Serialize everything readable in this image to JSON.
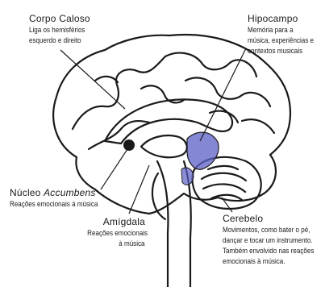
{
  "labels": {
    "corpo_caloso": {
      "title": "Corpo Caloso",
      "desc": [
        "Liga os hemisférios",
        "esquerdo e direito"
      ]
    },
    "hipocampo": {
      "title": "Hipocampo",
      "desc": [
        "Memória para a",
        "música, experiências e",
        "contextos musicais"
      ]
    },
    "nucleo": {
      "title_plain": "Núcleo ",
      "title_italic": "Accumbens",
      "desc": [
        "Reações emocionais à música"
      ]
    },
    "amigdala": {
      "title": "Amígdala",
      "desc": [
        "Reações emocionais",
        "à música"
      ]
    },
    "cerebelo": {
      "title": "Cerebelo",
      "desc": [
        "Movimentos, como bater o pé,",
        "dançar e tocar um instrumento.",
        "Também envolvido nas reações",
        "emocionais à música."
      ]
    }
  },
  "colors": {
    "ink": "#1a1a1a",
    "highlight": "#5b5fc4"
  }
}
